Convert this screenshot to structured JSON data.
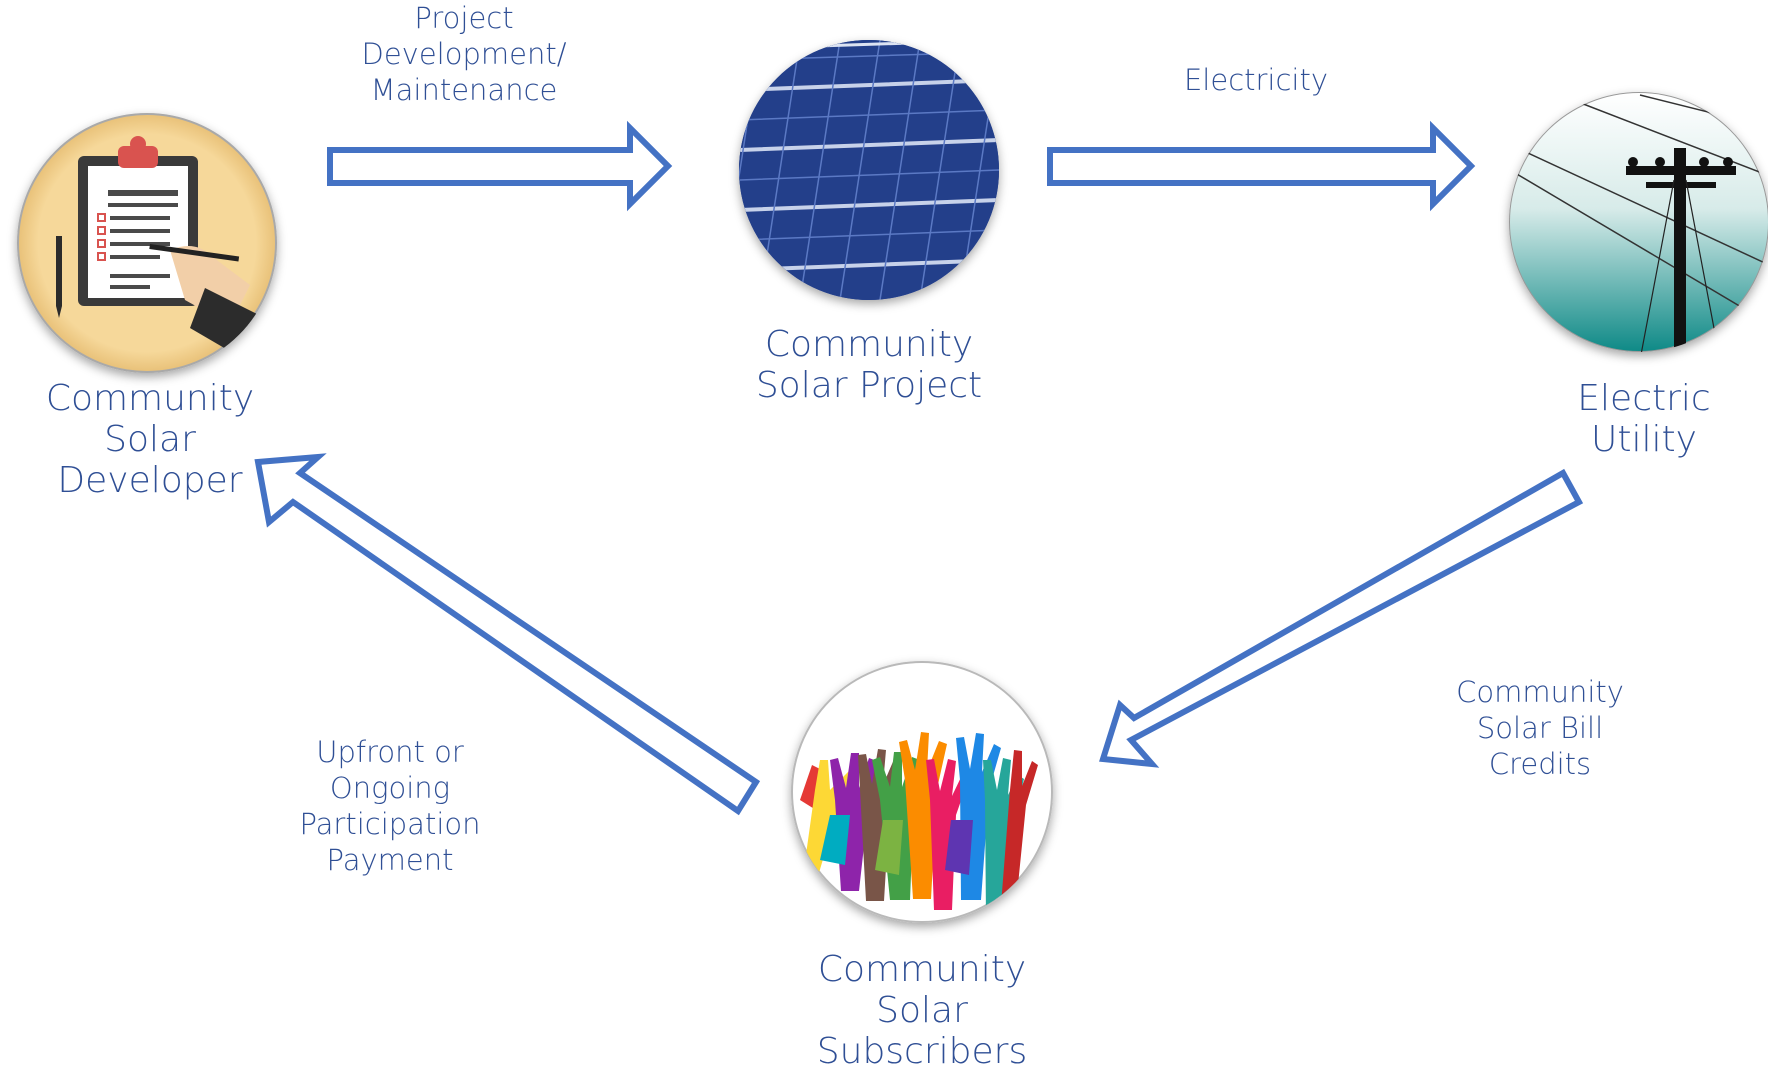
{
  "nodes": {
    "developer": {
      "label": "Community Solar\nDeveloper"
    },
    "project": {
      "label": "Community\nSolar Project"
    },
    "utility": {
      "label": "Electric\nUtility"
    },
    "subscribers": {
      "label": "Community\nSolar\nSubscribers"
    }
  },
  "flows": {
    "development": {
      "label": "Project\nDevelopment/\nMaintenance"
    },
    "electricity": {
      "label": "Electricity"
    },
    "bill_credits": {
      "label": "Community\nSolar Bill\nCredits"
    },
    "payment": {
      "label": "Upfront or\nOngoing\nParticipation\nPayment"
    }
  },
  "colors": {
    "text": "#2f4f95",
    "arrow_stroke": "#4472c4",
    "arrow_fill": "#ffffff",
    "solar_panel": "#233f8a",
    "sky_teal": "#0f8a87",
    "clipboard_bg": "#f6d89a"
  },
  "icons": {
    "developer": "clipboard-checklist-icon",
    "project": "solar-panel-icon",
    "utility": "power-line-pole-icon",
    "subscribers": "raised-hands-icon"
  }
}
